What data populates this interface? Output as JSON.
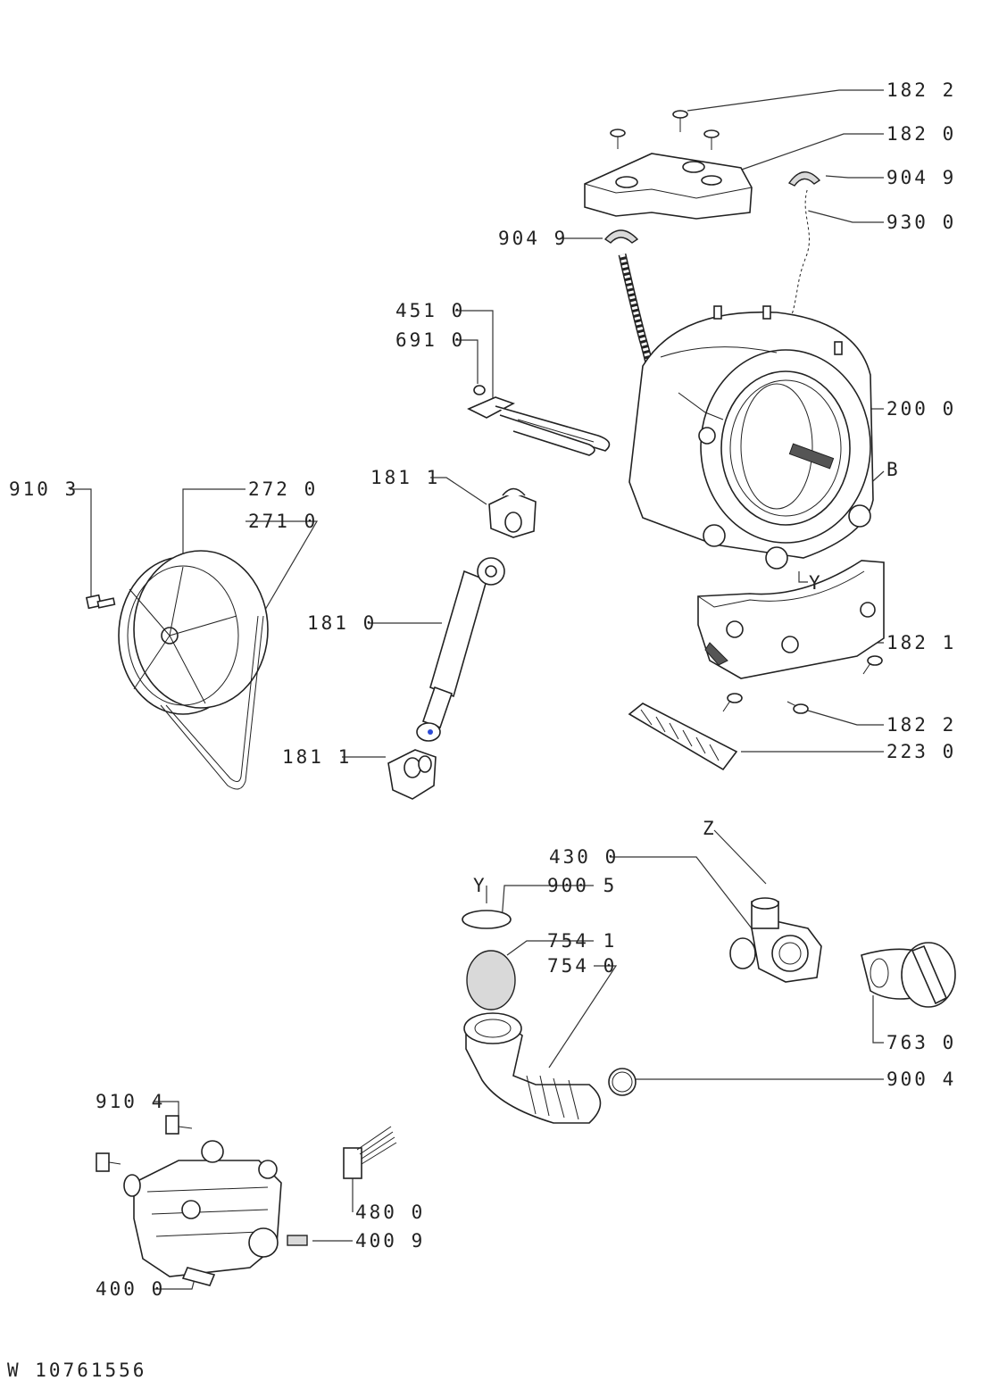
{
  "drawing_id": "W 10761556",
  "labels": [
    {
      "name": "182-2-top",
      "text": "182 2"
    },
    {
      "name": "182-0",
      "text": "182 0"
    },
    {
      "name": "904-9-right",
      "text": "904 9"
    },
    {
      "name": "930-0",
      "text": "930 0"
    },
    {
      "name": "904-9-left",
      "text": "904 9"
    },
    {
      "name": "451-0",
      "text": "451 0"
    },
    {
      "name": "691-0",
      "text": "691 0"
    },
    {
      "name": "200-0",
      "text": "200 0"
    },
    {
      "name": "b-marker",
      "text": "B"
    },
    {
      "name": "910-3",
      "text": "910 3"
    },
    {
      "name": "272-0",
      "text": "272 0"
    },
    {
      "name": "271-0",
      "text": "271 0"
    },
    {
      "name": "181-1-top",
      "text": "181 1"
    },
    {
      "name": "y-marker-tub",
      "text": "Y"
    },
    {
      "name": "181-0",
      "text": "181 0"
    },
    {
      "name": "182-1",
      "text": "182 1"
    },
    {
      "name": "182-2-bottom",
      "text": "182 2"
    },
    {
      "name": "223-0",
      "text": "223 0"
    },
    {
      "name": "181-1-bottom",
      "text": "181 1"
    },
    {
      "name": "z-marker",
      "text": "Z"
    },
    {
      "name": "430-0",
      "text": "430 0"
    },
    {
      "name": "y-marker-seal",
      "text": "Y"
    },
    {
      "name": "900-5",
      "text": "900 5"
    },
    {
      "name": "754-1",
      "text": "754 1"
    },
    {
      "name": "754-0",
      "text": "754 0"
    },
    {
      "name": "763-0",
      "text": "763 0"
    },
    {
      "name": "900-4",
      "text": "900 4"
    },
    {
      "name": "910-4",
      "text": "910 4"
    },
    {
      "name": "480-0",
      "text": "480 0"
    },
    {
      "name": "400-9",
      "text": "400 9"
    },
    {
      "name": "400-0",
      "text": "400 0"
    }
  ]
}
